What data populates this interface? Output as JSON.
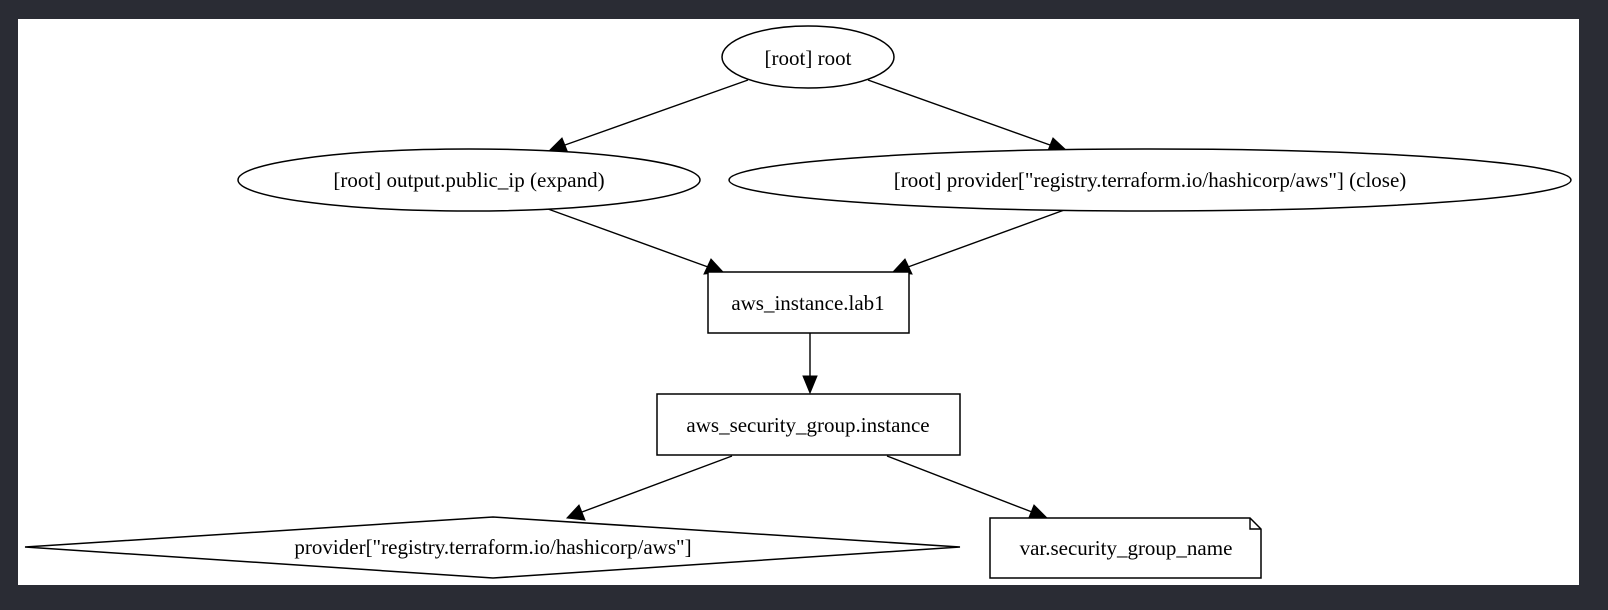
{
  "graph": {
    "nodes": [
      {
        "id": "root",
        "label": "[root] root",
        "shape": "ellipse"
      },
      {
        "id": "output_public_ip",
        "label": "[root] output.public_ip (expand)",
        "shape": "ellipse"
      },
      {
        "id": "provider_close",
        "label": "[root] provider[\"registry.terraform.io/hashicorp/aws\"] (close)",
        "shape": "ellipse"
      },
      {
        "id": "aws_instance",
        "label": "aws_instance.lab1",
        "shape": "box"
      },
      {
        "id": "aws_sg",
        "label": "aws_security_group.instance",
        "shape": "box"
      },
      {
        "id": "provider",
        "label": "provider[\"registry.terraform.io/hashicorp/aws\"]",
        "shape": "diamond"
      },
      {
        "id": "var_sg_name",
        "label": "var.security_group_name",
        "shape": "note"
      }
    ],
    "edges": [
      {
        "from": "root",
        "to": "output_public_ip"
      },
      {
        "from": "root",
        "to": "provider_close"
      },
      {
        "from": "output_public_ip",
        "to": "aws_instance"
      },
      {
        "from": "provider_close",
        "to": "aws_instance"
      },
      {
        "from": "aws_instance",
        "to": "aws_sg"
      },
      {
        "from": "aws_sg",
        "to": "provider"
      },
      {
        "from": "aws_sg",
        "to": "var_sg_name"
      }
    ]
  }
}
